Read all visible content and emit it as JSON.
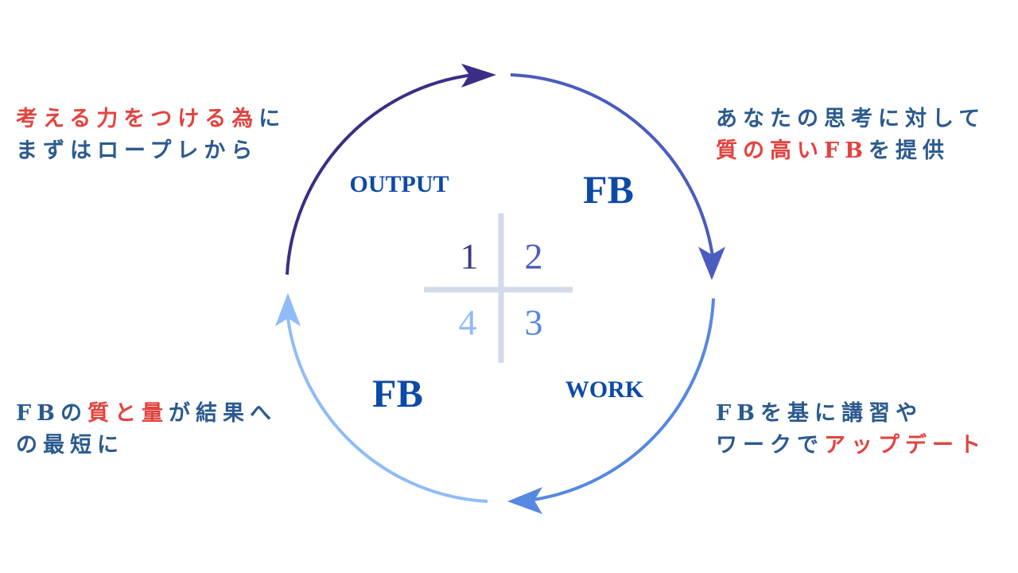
{
  "colors": {
    "text_blue": "#2b5a8e",
    "text_red": "#e3433f",
    "label_blue": "#0d4aa8",
    "arc1": "#3a2e86",
    "arc2": "#4a5cbf",
    "arc3": "#5588e0",
    "arc4": "#8fbcf8",
    "cross": "#d3dbe8"
  },
  "quadrants": {
    "q1": {
      "number": "1",
      "label": "OUTPUT"
    },
    "q2": {
      "number": "2",
      "label": "FB"
    },
    "q3": {
      "number": "3",
      "label": "WORK"
    },
    "q4": {
      "number": "4",
      "label": "FB"
    }
  },
  "notes": {
    "top_left": {
      "l1_red": "考える力をつける為",
      "l1_blue": "に",
      "l2": "まずはロープレから"
    },
    "top_right": {
      "l1": "あなたの思考に対して",
      "l2_red": "質の高いFB",
      "l2_blue": "を提供"
    },
    "bottom_left": {
      "l1_a": "FBの",
      "l1_red": "質と量",
      "l1_b": "が結果へ",
      "l2": "の最短に"
    },
    "bottom_right": {
      "l1": "FBを基に講習や",
      "l2_blue": "ワークで",
      "l2_red": "アップデート"
    }
  }
}
